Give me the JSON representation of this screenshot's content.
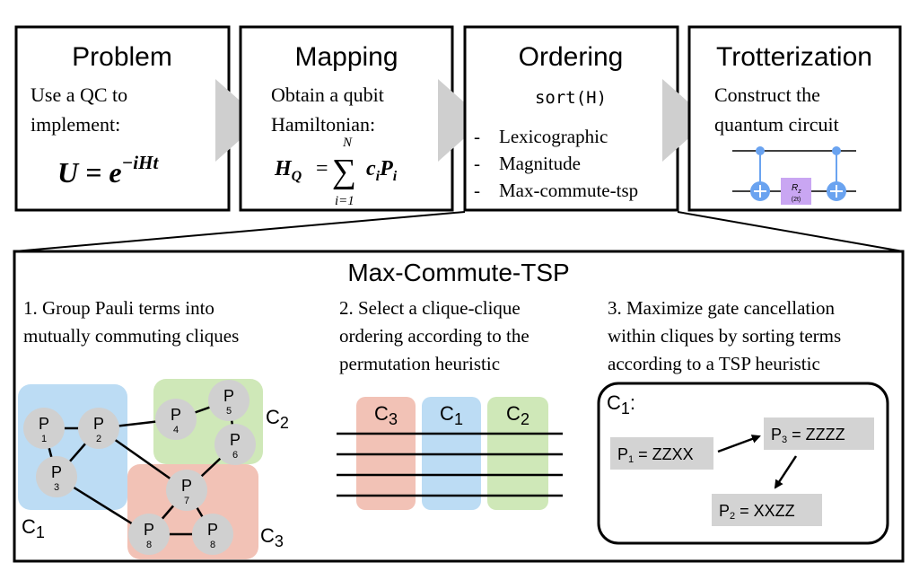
{
  "stages": [
    {
      "title": "Problem",
      "lines": [
        "Use a QC to",
        "implement:"
      ],
      "equation": {
        "lhs": "U = e",
        "sup": "−iHt"
      }
    },
    {
      "title": "Mapping",
      "lines": [
        "Obtain a qubit",
        "Hamiltonian:"
      ],
      "equation": {
        "lhs": "H",
        "lhs_sub": "Q",
        "eq": "=",
        "sum_top": "N",
        "sum_bottom": "i=1",
        "term": "c",
        "term_sub": "i",
        "term2": "P",
        "term2_sub": "i"
      }
    },
    {
      "title": "Ordering",
      "code": "sort(H)",
      "items": [
        "Lexicographic",
        "Magnitude",
        "Max-commute-tsp"
      ],
      "bullet": "-"
    },
    {
      "title": "Trotterization",
      "lines": [
        "Construct the",
        "quantum circuit"
      ],
      "gate": {
        "label": "R",
        "label_sub": "z",
        "param": "(2t)"
      }
    }
  ],
  "detail": {
    "title": "Max-Commute-TSP",
    "steps": [
      {
        "lines": [
          "1. Group Pauli terms into",
          "mutually commuting cliques"
        ]
      },
      {
        "lines": [
          "2. Select a clique-clique",
          "ordering according to the",
          "permutation heuristic"
        ]
      },
      {
        "lines": [
          "3. Maximize gate cancellation",
          "within cliques by sorting terms",
          "according to a TSP heuristic"
        ]
      }
    ],
    "graph": {
      "nodes": [
        {
          "id": "P1",
          "letter": "P",
          "sub": "1"
        },
        {
          "id": "P2",
          "letter": "P",
          "sub": "2"
        },
        {
          "id": "P3",
          "letter": "P",
          "sub": "3"
        },
        {
          "id": "P4",
          "letter": "P",
          "sub": "4"
        },
        {
          "id": "P5",
          "letter": "P",
          "sub": "5"
        },
        {
          "id": "P6",
          "letter": "P",
          "sub": "6"
        },
        {
          "id": "P7",
          "letter": "P",
          "sub": "7"
        },
        {
          "id": "P8a",
          "letter": "P",
          "sub": "8"
        },
        {
          "id": "P8b",
          "letter": "P",
          "sub": "8"
        }
      ],
      "edges": [
        [
          "P1",
          "P2"
        ],
        [
          "P1",
          "P3"
        ],
        [
          "P2",
          "P3"
        ],
        [
          "P2",
          "P4"
        ],
        [
          "P2",
          "P7"
        ],
        [
          "P3",
          "P8a"
        ],
        [
          "P4",
          "P5"
        ],
        [
          "P5",
          "P6"
        ],
        [
          "P6",
          "P7"
        ],
        [
          "P7",
          "P8a"
        ],
        [
          "P7",
          "P8b"
        ],
        [
          "P8a",
          "P8b"
        ]
      ],
      "cliques": [
        {
          "letter": "C",
          "sub": "1",
          "color": "#bcdcf4"
        },
        {
          "letter": "C",
          "sub": "2",
          "color": "#cfe8b8"
        },
        {
          "letter": "C",
          "sub": "3",
          "color": "#f2c2b6"
        }
      ]
    },
    "ordering": [
      {
        "letter": "C",
        "sub": "3",
        "color": "#f2c2b6"
      },
      {
        "letter": "C",
        "sub": "1",
        "color": "#bcdcf4"
      },
      {
        "letter": "C",
        "sub": "2",
        "color": "#cfe8b8"
      }
    ],
    "tsp": {
      "header_letter": "C",
      "header_sub": "1",
      "header_suffix": ":",
      "terms": [
        {
          "p": "P",
          "sub": "1",
          "value": " = ZZXX"
        },
        {
          "p": "P",
          "sub": "3",
          "value": " = ZZZZ"
        },
        {
          "p": "P",
          "sub": "2",
          "value": " = XXZZ"
        }
      ]
    }
  },
  "colors": {
    "node": "#d0d0d0",
    "arrow": "#cfcfcf",
    "gate_blue": "#6aa3f0",
    "gate_purple": "#c9a6f2",
    "term_box": "#d3d3d3"
  }
}
